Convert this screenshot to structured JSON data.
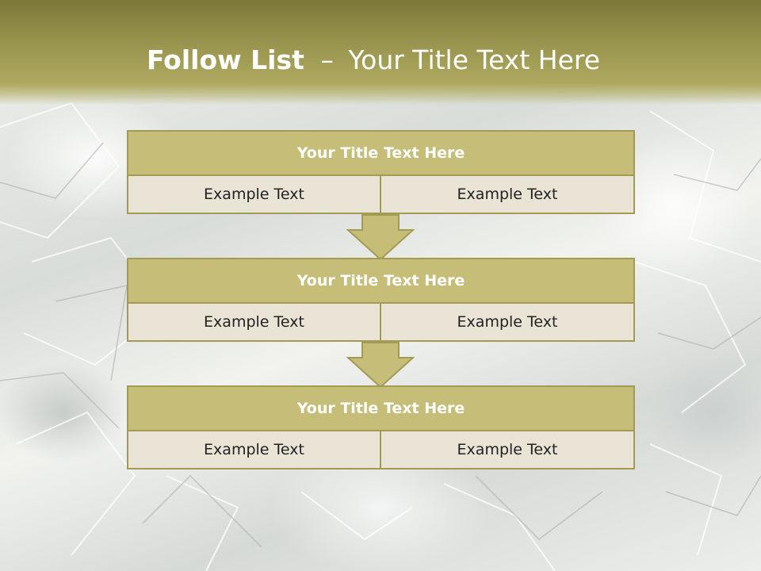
{
  "slide": {
    "title_bold": "Follow List",
    "title_sep": "–",
    "title_rest": "Your Title Text Here"
  },
  "colors": {
    "header": "#9b9650",
    "box_title_fill": "#c5bd78",
    "box_border": "#a39b53",
    "cell_fill": "#e9e4d6"
  },
  "steps": [
    {
      "title": "Your Title Text Here",
      "left": "Example Text",
      "right": "Example Text"
    },
    {
      "title": "Your Title Text Here",
      "left": "Example Text",
      "right": "Example Text"
    },
    {
      "title": "Your Title Text Here",
      "left": "Example Text",
      "right": "Example Text"
    }
  ]
}
